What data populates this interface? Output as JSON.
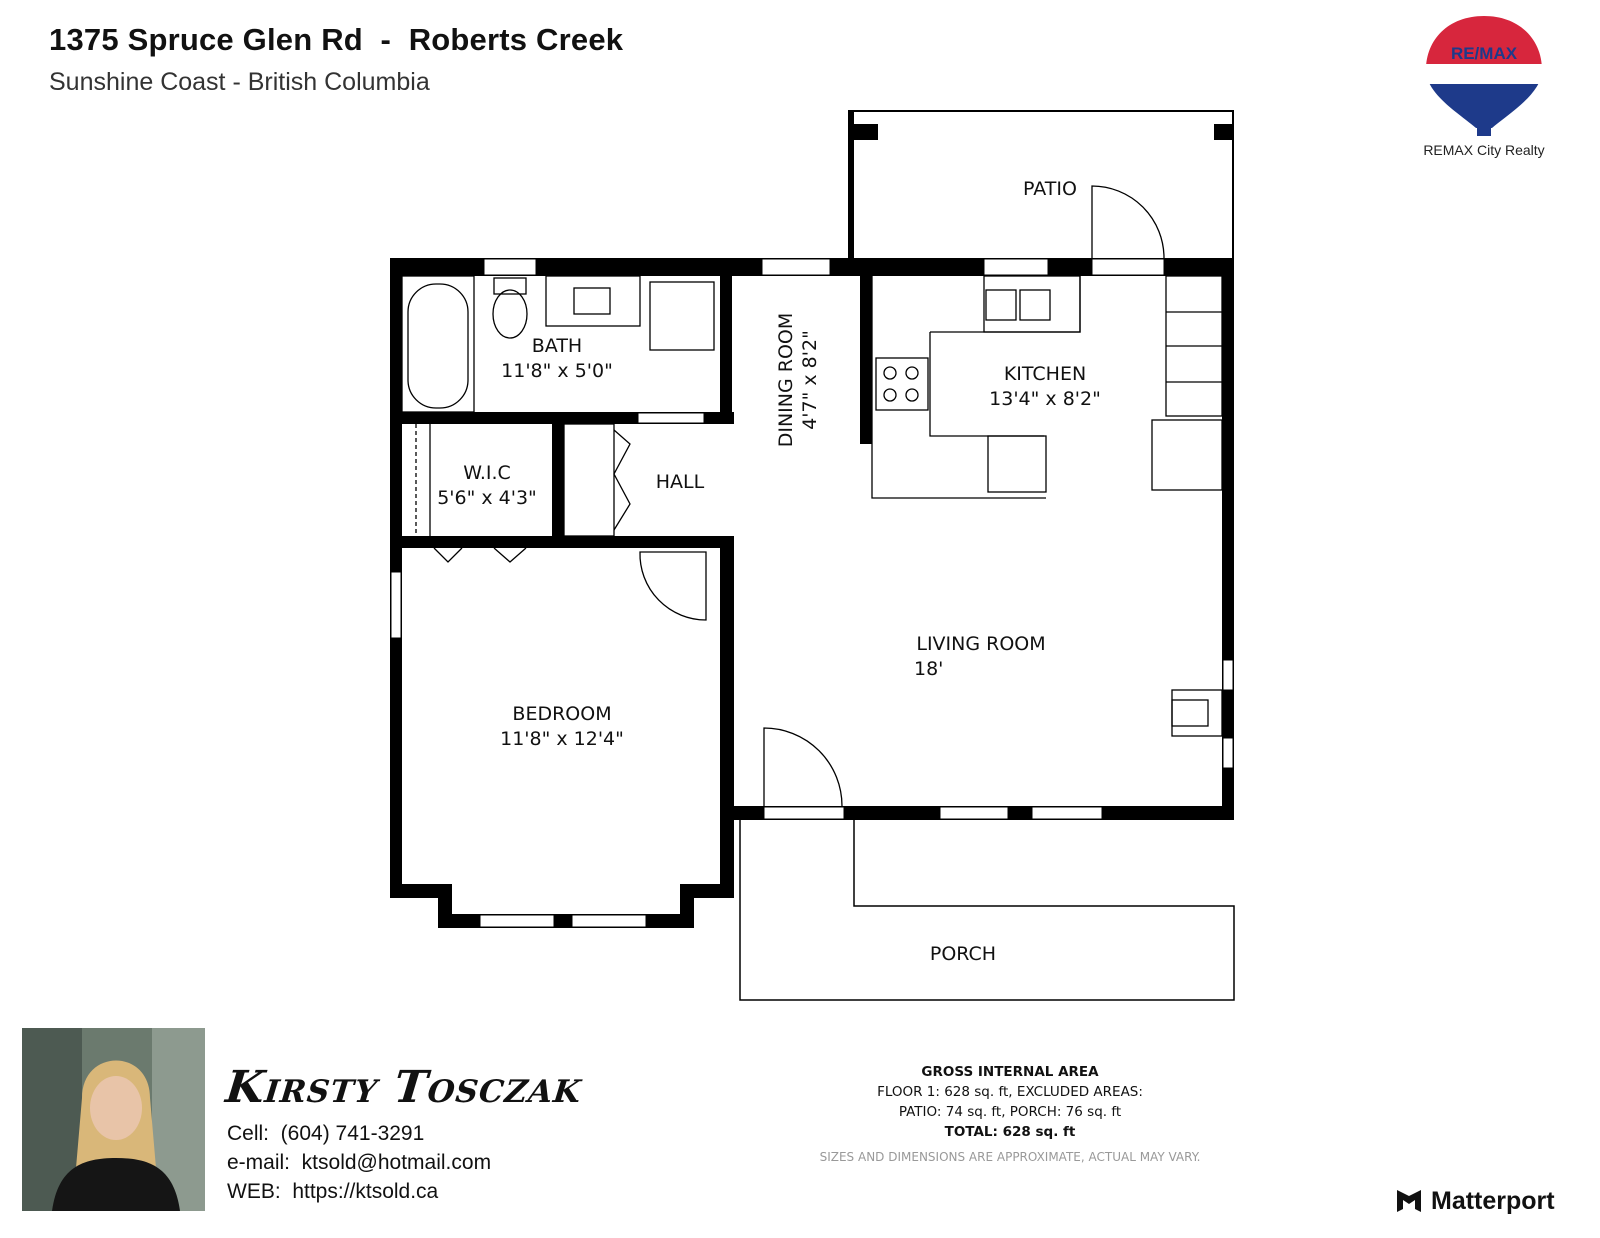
{
  "header": {
    "title": "1375 Spruce Glen Rd  -  Roberts Creek",
    "subtitle": "Sunshine Coast - British Columbia"
  },
  "brand": {
    "logo_text": "RE/MAX",
    "office": "REMAX City Realty",
    "colors": {
      "red": "#d7263d",
      "blue": "#1e3a8a"
    }
  },
  "rooms": {
    "patio": {
      "name": "PATIO"
    },
    "bath": {
      "name": "BATH",
      "dims": "11'8\" x 5'0\""
    },
    "dining": {
      "name": "DINING ROOM",
      "dims": "4'7\" x 8'2\""
    },
    "kitchen": {
      "name": "KITCHEN",
      "dims": "13'4\" x 8'2\""
    },
    "wic": {
      "name": "W.I.C",
      "dims": "5'6\" x 4'3\""
    },
    "hall": {
      "name": "HALL"
    },
    "living": {
      "name": "LIVING ROOM",
      "dims": "18'"
    },
    "bedroom": {
      "name": "BEDROOM",
      "dims": "11'8\" x 12'4\""
    },
    "porch": {
      "name": "PORCH"
    }
  },
  "agent": {
    "name": "Kirsty Tosczak",
    "cell": "Cell:  (604) 741-3291",
    "email": "e-mail:  ktsold@hotmail.com",
    "web": "WEB:  https://ktsold.ca"
  },
  "area": {
    "heading": "GROSS INTERNAL AREA",
    "line1": "FLOOR 1: 628 sq. ft, EXCLUDED AREAS:",
    "line2": "PATIO: 74 sq. ft, PORCH: 76 sq. ft",
    "total": "TOTAL: 628 sq. ft",
    "disclaimer": "SIZES AND DIMENSIONS ARE APPROXIMATE, ACTUAL MAY VARY."
  },
  "footer": {
    "brand": "Matterport"
  }
}
